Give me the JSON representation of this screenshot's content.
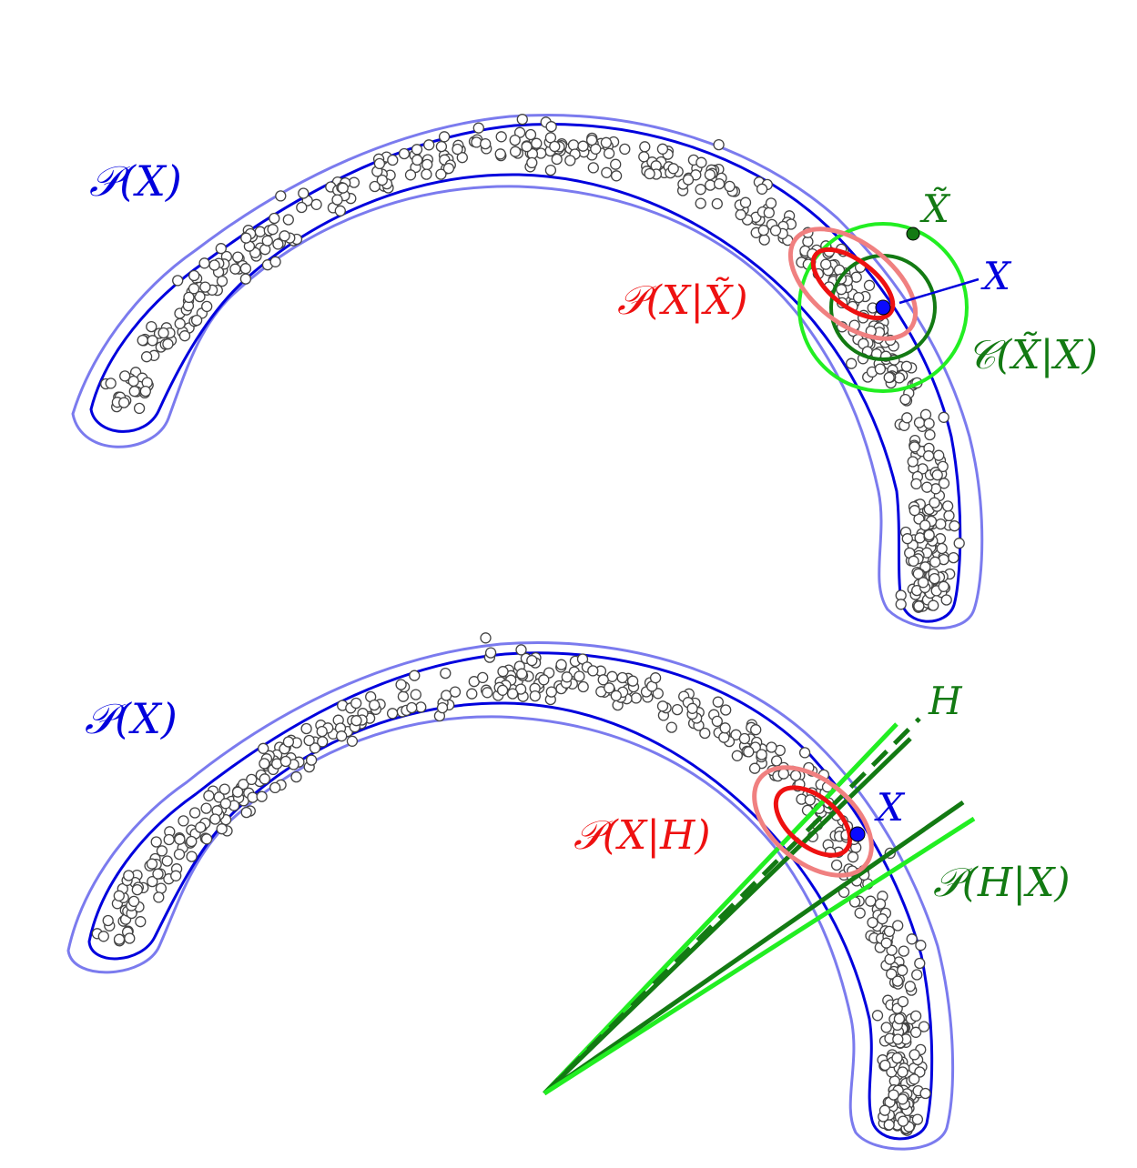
{
  "top_panel": {
    "manifold_label": "𝒫(X)",
    "corrupted_point_label": "X̃",
    "clean_point_label": "X",
    "posterior_label": "𝒫(X|X̃)",
    "corruption_label": "𝒞(X̃|X)"
  },
  "bottom_panel": {
    "manifold_label": "𝒫(X)",
    "hidden_label": "H",
    "clean_point_label": "X",
    "posterior_label": "𝒫(X|H)",
    "encoder_label": "𝒫(H|X)"
  },
  "colors": {
    "manifold_inner": "#0000dd",
    "manifold_outer": "#7b7bee",
    "posterior_inner": "#ee1111",
    "posterior_outer": "#f08080",
    "green_dark": "#137a13",
    "green_light": "#22ee22",
    "point_blue": "#0a0aff",
    "sample_stroke": "#444444"
  }
}
